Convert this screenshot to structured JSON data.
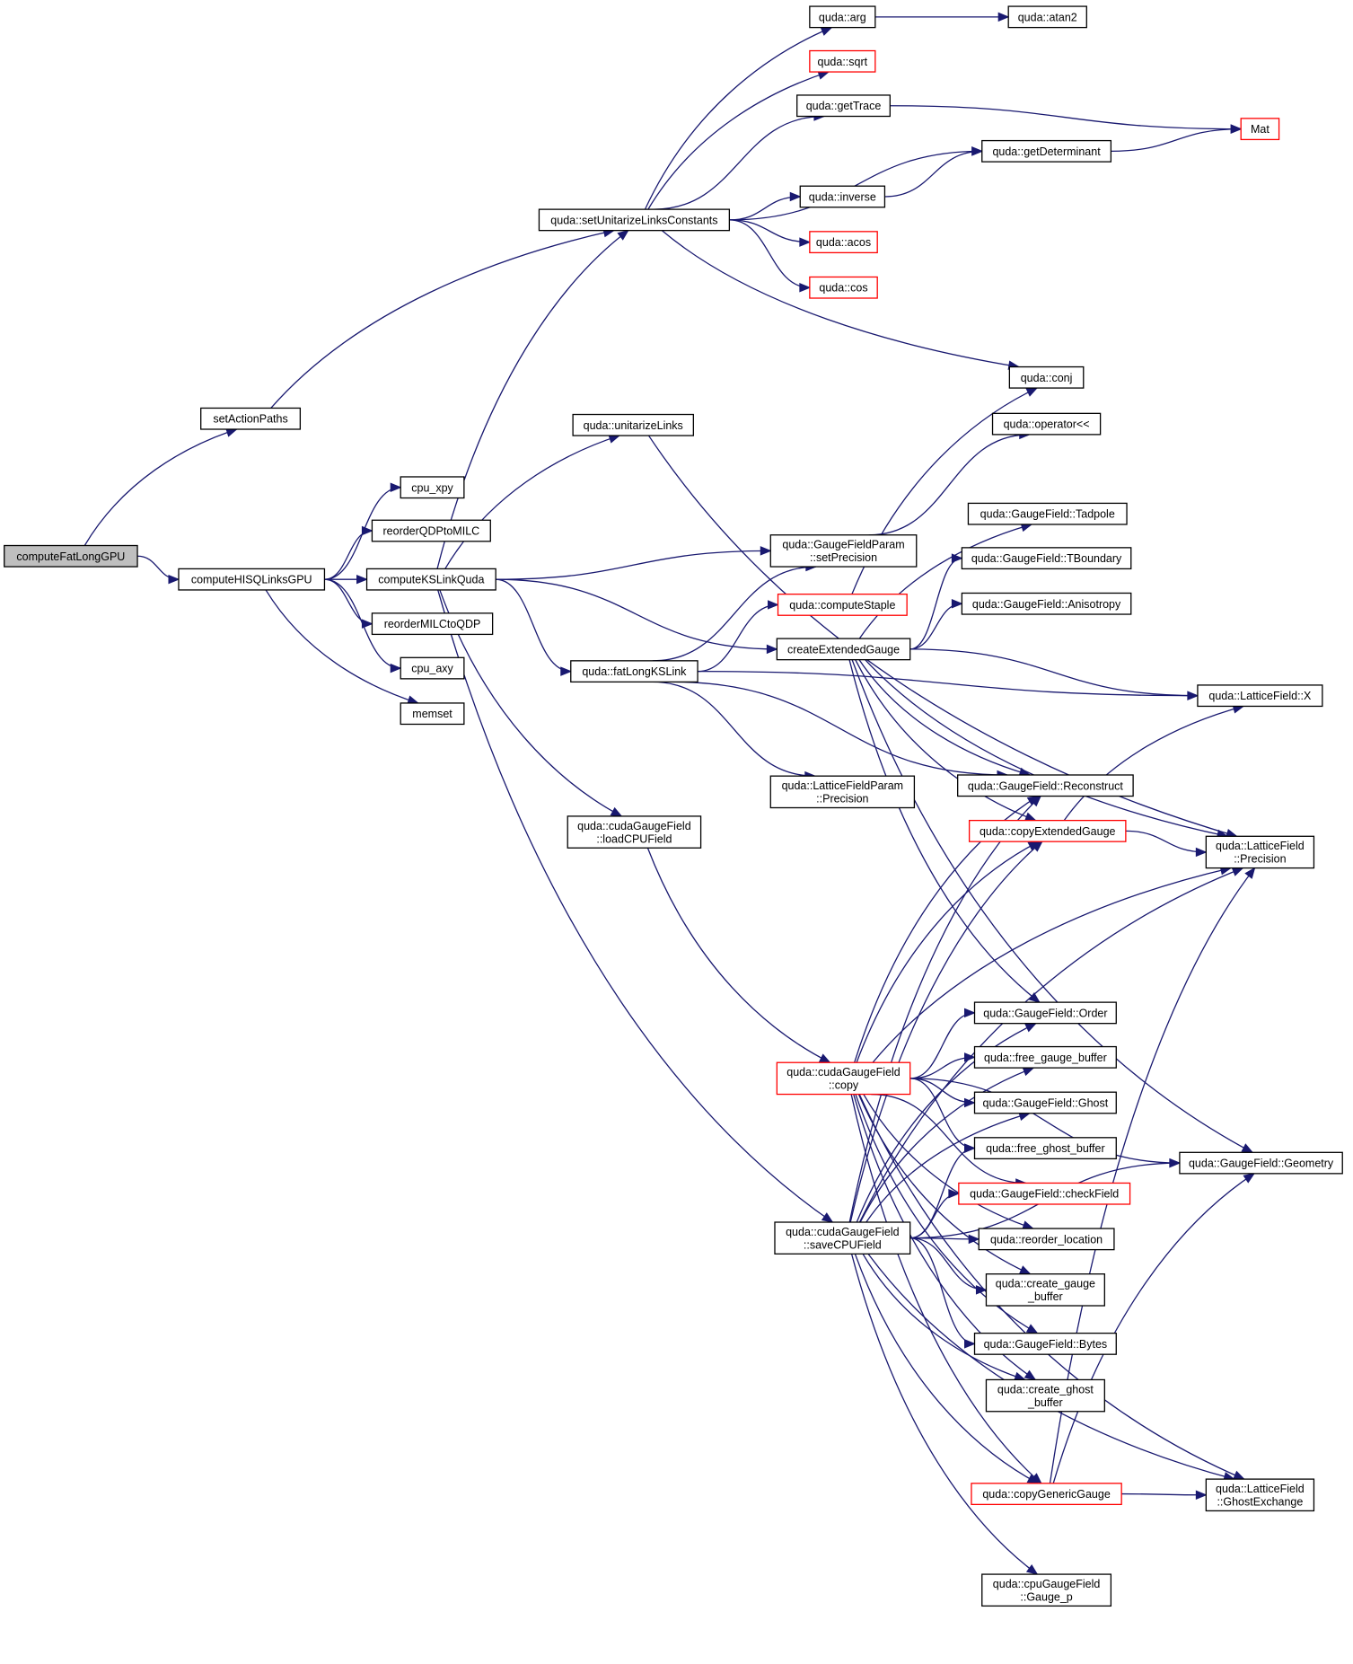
{
  "nodes": [
    {
      "id": "root",
      "lines": [
        "computeFatLongGPU"
      ],
      "style": "root"
    },
    {
      "id": "setActionPaths",
      "lines": [
        "setActionPaths"
      ],
      "style": "normal"
    },
    {
      "id": "computeHISQ",
      "lines": [
        "computeHISQLinksGPU"
      ],
      "style": "normal"
    },
    {
      "id": "setUnitarize",
      "lines": [
        "quda::setUnitarizeLinksConstants"
      ],
      "style": "normal"
    },
    {
      "id": "cpu_xpy",
      "lines": [
        "cpu_xpy"
      ],
      "style": "normal"
    },
    {
      "id": "reorderQDPtoMILC",
      "lines": [
        "reorderQDPtoMILC"
      ],
      "style": "normal"
    },
    {
      "id": "computeKS",
      "lines": [
        "computeKSLinkQuda"
      ],
      "style": "normal"
    },
    {
      "id": "reorderMILCtoQDP",
      "lines": [
        "reorderMILCtoQDP"
      ],
      "style": "normal"
    },
    {
      "id": "cpu_axy",
      "lines": [
        "cpu_axy"
      ],
      "style": "normal"
    },
    {
      "id": "memset",
      "lines": [
        "memset"
      ],
      "style": "normal"
    },
    {
      "id": "arg",
      "lines": [
        "quda::arg"
      ],
      "style": "normal"
    },
    {
      "id": "sqrt",
      "lines": [
        "quda::sqrt"
      ],
      "style": "red"
    },
    {
      "id": "getTrace",
      "lines": [
        "quda::getTrace"
      ],
      "style": "normal"
    },
    {
      "id": "inverse",
      "lines": [
        "quda::inverse"
      ],
      "style": "normal"
    },
    {
      "id": "acos",
      "lines": [
        "quda::acos"
      ],
      "style": "red"
    },
    {
      "id": "cos",
      "lines": [
        "quda::cos"
      ],
      "style": "red"
    },
    {
      "id": "unitarizeLinks",
      "lines": [
        "quda::unitarizeLinks"
      ],
      "style": "normal"
    },
    {
      "id": "atan2",
      "lines": [
        "quda::atan2"
      ],
      "style": "normal"
    },
    {
      "id": "getDeterminant",
      "lines": [
        "quda::getDeterminant"
      ],
      "style": "normal"
    },
    {
      "id": "Mat",
      "lines": [
        "Mat"
      ],
      "style": "red"
    },
    {
      "id": "conj",
      "lines": [
        "quda::conj"
      ],
      "style": "normal"
    },
    {
      "id": "operatorLL",
      "lines": [
        "quda::operator<<"
      ],
      "style": "normal"
    },
    {
      "id": "gfpSetPrecision",
      "lines": [
        "quda::GaugeFieldParam",
        "::setPrecision"
      ],
      "style": "normal"
    },
    {
      "id": "computeStaple",
      "lines": [
        "quda::computeStaple"
      ],
      "style": "red"
    },
    {
      "id": "createExtended",
      "lines": [
        "createExtendedGauge"
      ],
      "style": "normal"
    },
    {
      "id": "fatLongKSLink",
      "lines": [
        "quda::fatLongKSLink"
      ],
      "style": "normal"
    },
    {
      "id": "lfpPrecision",
      "lines": [
        "quda::LatticeFieldParam",
        "::Precision"
      ],
      "style": "normal"
    },
    {
      "id": "loadCPUField",
      "lines": [
        "quda::cudaGaugeField",
        "::loadCPUField"
      ],
      "style": "normal"
    },
    {
      "id": "cgfCopy",
      "lines": [
        "quda::cudaGaugeField",
        "::copy"
      ],
      "style": "red"
    },
    {
      "id": "saveCPUField",
      "lines": [
        "quda::cudaGaugeField",
        "::saveCPUField"
      ],
      "style": "normal"
    },
    {
      "id": "tadpole",
      "lines": [
        "quda::GaugeField::Tadpole"
      ],
      "style": "normal"
    },
    {
      "id": "tboundary",
      "lines": [
        "quda::GaugeField::TBoundary"
      ],
      "style": "normal"
    },
    {
      "id": "anisotropy",
      "lines": [
        "quda::GaugeField::Anisotropy"
      ],
      "style": "normal"
    },
    {
      "id": "reconstruct",
      "lines": [
        "quda::GaugeField::Reconstruct"
      ],
      "style": "normal"
    },
    {
      "id": "copyExtended",
      "lines": [
        "quda::copyExtendedGauge"
      ],
      "style": "red"
    },
    {
      "id": "order",
      "lines": [
        "quda::GaugeField::Order"
      ],
      "style": "normal"
    },
    {
      "id": "freeGaugeBuf",
      "lines": [
        "quda::free_gauge_buffer"
      ],
      "style": "normal"
    },
    {
      "id": "ghost",
      "lines": [
        "quda::GaugeField::Ghost"
      ],
      "style": "normal"
    },
    {
      "id": "freeGhostBuf",
      "lines": [
        "quda::free_ghost_buffer"
      ],
      "style": "normal"
    },
    {
      "id": "checkField",
      "lines": [
        "quda::GaugeField::checkField"
      ],
      "style": "red"
    },
    {
      "id": "reorderLoc",
      "lines": [
        "quda::reorder_location"
      ],
      "style": "normal"
    },
    {
      "id": "createGaugeBuf",
      "lines": [
        "quda::create_gauge",
        "_buffer"
      ],
      "style": "normal"
    },
    {
      "id": "bytes",
      "lines": [
        "quda::GaugeField::Bytes"
      ],
      "style": "normal"
    },
    {
      "id": "createGhostBuf",
      "lines": [
        "quda::create_ghost",
        "_buffer"
      ],
      "style": "normal"
    },
    {
      "id": "copyGeneric",
      "lines": [
        "quda::copyGenericGauge"
      ],
      "style": "red"
    },
    {
      "id": "cpuGaugeP",
      "lines": [
        "quda::cpuGaugeField",
        "::Gauge_p"
      ],
      "style": "normal"
    },
    {
      "id": "latticeX",
      "lines": [
        "quda::LatticeField::X"
      ],
      "style": "normal"
    },
    {
      "id": "lfPrecision",
      "lines": [
        "quda::LatticeField",
        "::Precision"
      ],
      "style": "normal"
    },
    {
      "id": "geometry",
      "lines": [
        "quda::GaugeField::Geometry"
      ],
      "style": "normal"
    },
    {
      "id": "ghostExchange",
      "lines": [
        "quda::LatticeField",
        "::GhostExchange"
      ],
      "style": "normal"
    }
  ],
  "edges": [
    [
      "root",
      "setActionPaths"
    ],
    [
      "root",
      "computeHISQ"
    ],
    [
      "setActionPaths",
      "setUnitarize"
    ],
    [
      "computeHISQ",
      "cpu_xpy"
    ],
    [
      "computeHISQ",
      "reorderQDPtoMILC"
    ],
    [
      "computeHISQ",
      "computeKS"
    ],
    [
      "computeHISQ",
      "reorderMILCtoQDP"
    ],
    [
      "computeHISQ",
      "cpu_axy"
    ],
    [
      "computeHISQ",
      "memset"
    ],
    [
      "setUnitarize",
      "arg"
    ],
    [
      "setUnitarize",
      "sqrt"
    ],
    [
      "setUnitarize",
      "getTrace"
    ],
    [
      "setUnitarize",
      "getDeterminant"
    ],
    [
      "setUnitarize",
      "inverse"
    ],
    [
      "setUnitarize",
      "acos"
    ],
    [
      "setUnitarize",
      "cos"
    ],
    [
      "setUnitarize",
      "conj"
    ],
    [
      "arg",
      "atan2"
    ],
    [
      "getTrace",
      "Mat"
    ],
    [
      "getDeterminant",
      "Mat"
    ],
    [
      "inverse",
      "getDeterminant"
    ],
    [
      "computeKS",
      "setUnitarize"
    ],
    [
      "computeKS",
      "unitarizeLinks"
    ],
    [
      "computeKS",
      "gfpSetPrecision"
    ],
    [
      "computeKS",
      "createExtended"
    ],
    [
      "computeKS",
      "fatLongKSLink"
    ],
    [
      "computeKS",
      "loadCPUField"
    ],
    [
      "computeKS",
      "saveCPUField"
    ],
    [
      "unitarizeLinks",
      "lfPrecision"
    ],
    [
      "gfpSetPrecision",
      "operatorLL"
    ],
    [
      "computeStaple",
      "conj"
    ],
    [
      "fatLongKSLink",
      "gfpSetPrecision"
    ],
    [
      "fatLongKSLink",
      "computeStaple"
    ],
    [
      "fatLongKSLink",
      "latticeX"
    ],
    [
      "fatLongKSLink",
      "lfpPrecision"
    ],
    [
      "fatLongKSLink",
      "reconstruct"
    ],
    [
      "createExtended",
      "tadpole"
    ],
    [
      "createExtended",
      "tboundary"
    ],
    [
      "createExtended",
      "anisotropy"
    ],
    [
      "createExtended",
      "latticeX"
    ],
    [
      "createExtended",
      "reconstruct"
    ],
    [
      "createExtended",
      "copyExtended"
    ],
    [
      "createExtended",
      "order"
    ],
    [
      "createExtended",
      "geometry"
    ],
    [
      "createExtended",
      "lfPrecision"
    ],
    [
      "loadCPUField",
      "cgfCopy"
    ],
    [
      "cgfCopy",
      "reconstruct"
    ],
    [
      "cgfCopy",
      "copyExtended"
    ],
    [
      "cgfCopy",
      "lfPrecision"
    ],
    [
      "cgfCopy",
      "order"
    ],
    [
      "cgfCopy",
      "freeGaugeBuf"
    ],
    [
      "cgfCopy",
      "ghost"
    ],
    [
      "cgfCopy",
      "freeGhostBuf"
    ],
    [
      "cgfCopy",
      "checkField"
    ],
    [
      "cgfCopy",
      "reorderLoc"
    ],
    [
      "cgfCopy",
      "createGaugeBuf"
    ],
    [
      "cgfCopy",
      "bytes"
    ],
    [
      "cgfCopy",
      "createGhostBuf"
    ],
    [
      "cgfCopy",
      "copyGeneric"
    ],
    [
      "cgfCopy",
      "geometry"
    ],
    [
      "cgfCopy",
      "ghostExchange"
    ],
    [
      "saveCPUField",
      "reconstruct"
    ],
    [
      "saveCPUField",
      "copyExtended"
    ],
    [
      "saveCPUField",
      "order"
    ],
    [
      "saveCPUField",
      "freeGaugeBuf"
    ],
    [
      "saveCPUField",
      "ghost"
    ],
    [
      "saveCPUField",
      "freeGhostBuf"
    ],
    [
      "saveCPUField",
      "checkField"
    ],
    [
      "saveCPUField",
      "reorderLoc"
    ],
    [
      "saveCPUField",
      "createGaugeBuf"
    ],
    [
      "saveCPUField",
      "bytes"
    ],
    [
      "saveCPUField",
      "createGhostBuf"
    ],
    [
      "saveCPUField",
      "copyGeneric"
    ],
    [
      "saveCPUField",
      "cpuGaugeP"
    ],
    [
      "saveCPUField",
      "geometry"
    ],
    [
      "saveCPUField",
      "lfPrecision"
    ],
    [
      "saveCPUField",
      "ghostExchange"
    ],
    [
      "copyExtended",
      "latticeX"
    ],
    [
      "copyExtended",
      "lfPrecision"
    ],
    [
      "copyGeneric",
      "lfPrecision"
    ],
    [
      "copyGeneric",
      "geometry"
    ],
    [
      "copyGeneric",
      "ghostExchange"
    ]
  ]
}
